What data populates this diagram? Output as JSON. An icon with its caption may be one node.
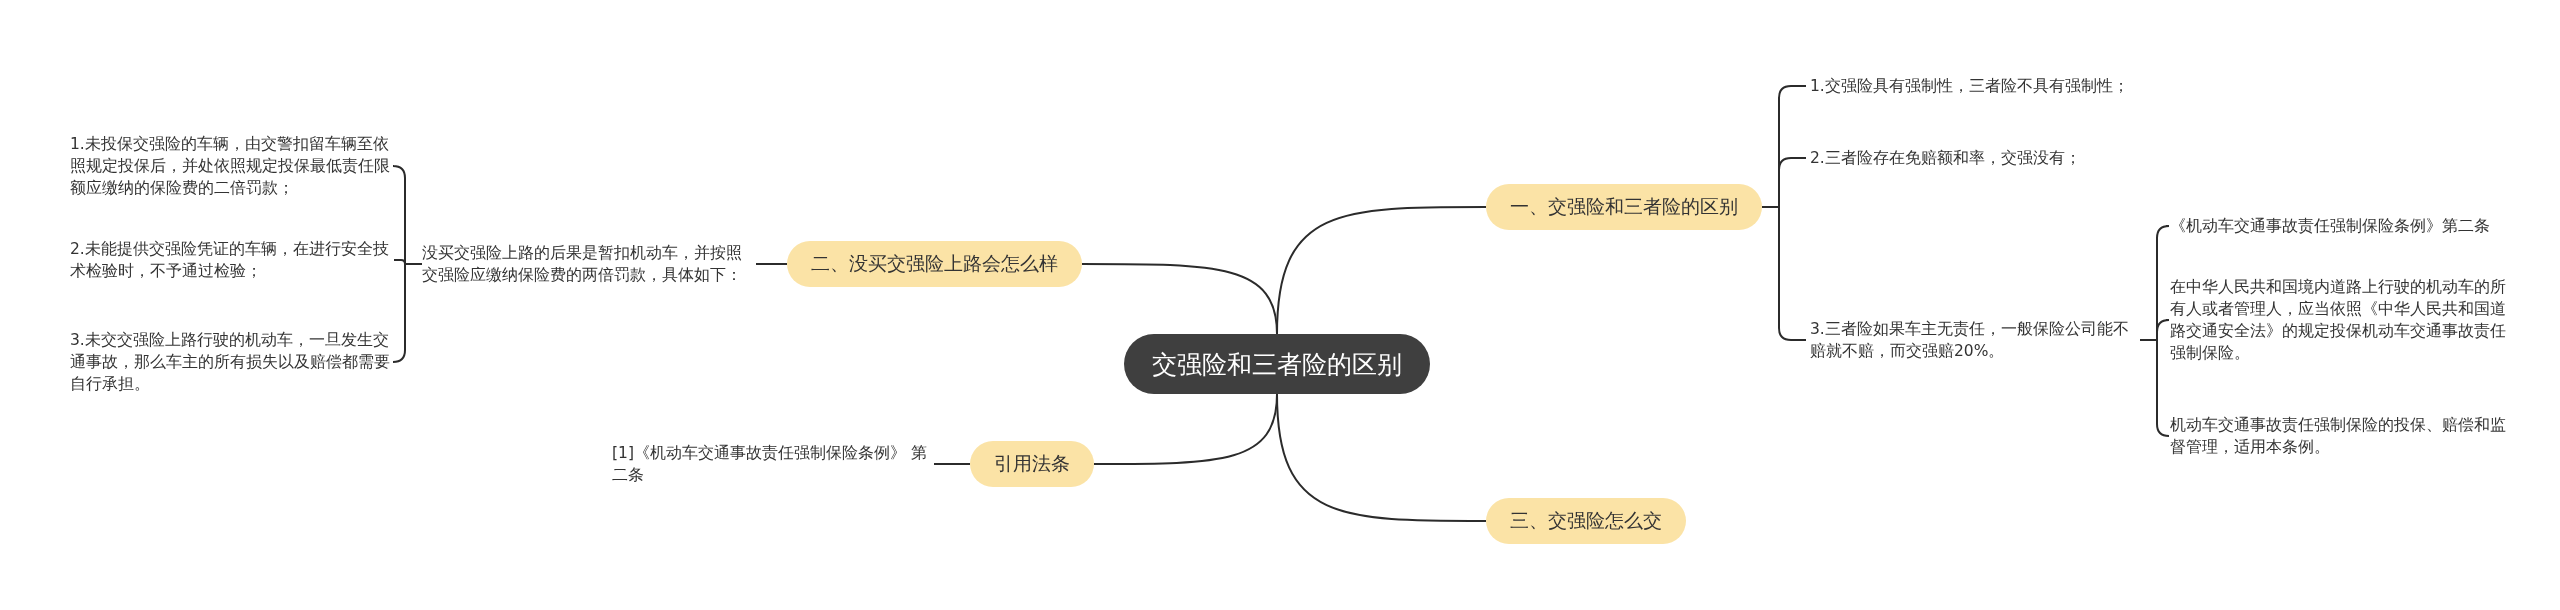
{
  "diagram": {
    "nodes": [
      {
        "text": [
          "交强险和三者险的区别"
        ]
      },
      {
        "text": [
          "一、交强险和三者险的区别"
        ]
      },
      {
        "text": [
          "1.交强险具有强制性，三者险不具有强制性；"
        ]
      },
      {
        "text": [
          "2.三者险存在免赔额和率，交强没有；"
        ]
      },
      {
        "text": [
          "3.三者险如果车主无责任，一般保险公司能不赔就不赔，而交强赔20%。"
        ]
      },
      {
        "text": [
          "《机动车交通事故责任强制保险条例》第二条"
        ]
      },
      {
        "text": [
          "在中华人民共和国境内道路上行驶的机动车的所有人或者管理人，应当依照《中华人民共和国道路交通安全法》的规定投保机动车交通事故责任强制保险。"
        ]
      },
      {
        "text": [
          "机动车交通事故责任强制保险的投保、赔偿和监督管理，适用本条例。"
        ]
      },
      {
        "text": [
          "二、没买交强险上路会怎么样"
        ]
      },
      {
        "text": [
          "没买交强险上路的后果是暂扣机动车，并按照交强险应缴纳保险费的两倍罚款，具体如下："
        ]
      },
      {
        "text": [
          "1.未投保交强险的车辆，由交警扣留车辆至依照规定投保后，并处依照规定投保最低责任限额应缴纳的保险费的二倍罚款；"
        ]
      },
      {
        "text": [
          "2.未能提供交强险凭证的车辆，在进行安全技术检验时，不予通过检验；"
        ]
      },
      {
        "text": [
          "3.未交交强险上路行驶的机动车，一旦发生交通事故，那么车主的所有损失以及赔偿都需要自行承担。"
        ]
      },
      {
        "text": [
          "引用法条"
        ]
      },
      {
        "text": [
          "[1]《机动车交通事故责任强制保险条例》 第二条"
        ]
      },
      {
        "text": [
          "三、交强险怎么交"
        ]
      }
    ],
    "edges": [
      {
        "from": 0,
        "to": 1,
        "arrow": "none"
      },
      {
        "from": 1,
        "to": 2,
        "arrow": "none"
      },
      {
        "from": 1,
        "to": 3,
        "arrow": "none"
      },
      {
        "from": 1,
        "to": 4,
        "arrow": "none"
      },
      {
        "from": 4,
        "to": 5,
        "arrow": "none"
      },
      {
        "from": 4,
        "to": 6,
        "arrow": "none"
      },
      {
        "from": 4,
        "to": 7,
        "arrow": "none"
      },
      {
        "from": 0,
        "to": 8,
        "arrow": "none"
      },
      {
        "from": 8,
        "to": 9,
        "arrow": "none"
      },
      {
        "from": 9,
        "to": 10,
        "arrow": "none"
      },
      {
        "from": 9,
        "to": 11,
        "arrow": "none"
      },
      {
        "from": 9,
        "to": 12,
        "arrow": "none"
      },
      {
        "from": 0,
        "to": 13,
        "arrow": "none"
      },
      {
        "from": 13,
        "to": 14,
        "arrow": "none"
      },
      {
        "from": 0,
        "to": 15,
        "arrow": "none"
      }
    ]
  }
}
